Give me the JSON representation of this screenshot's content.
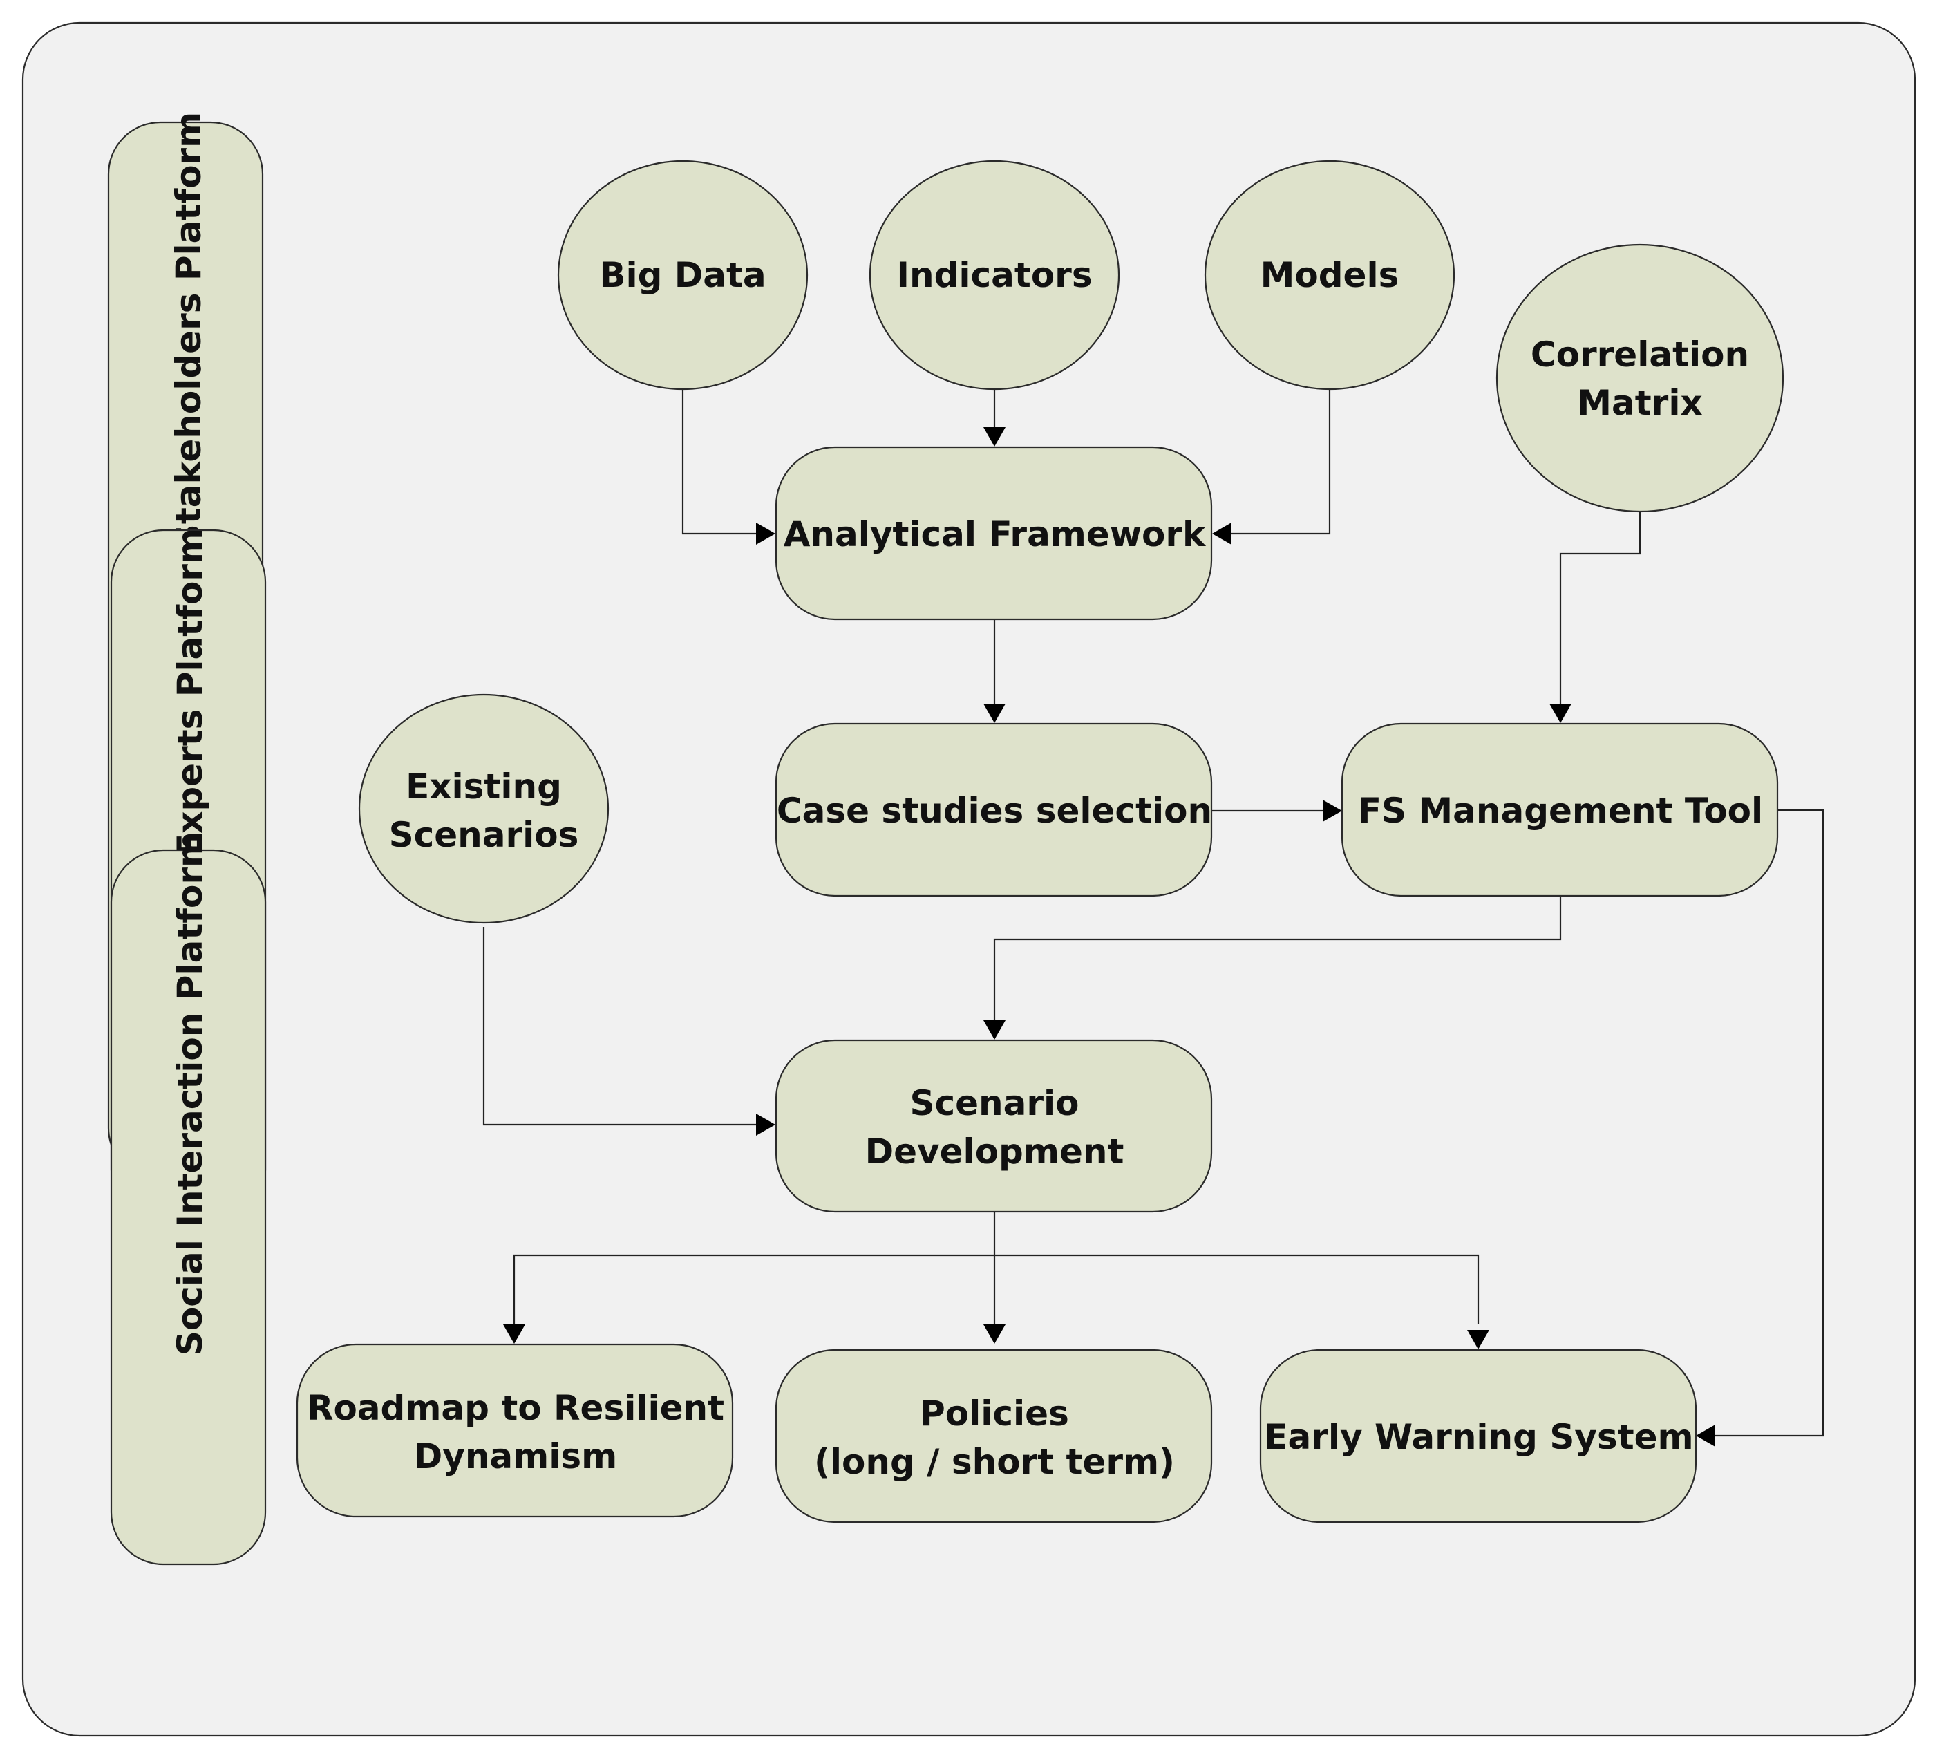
{
  "platforms": {
    "stakeholders": "Stakeholders Platform",
    "experts": "Experts Platform",
    "social": "Social Interaction Platform"
  },
  "inputs": {
    "big_data": "Big Data",
    "indicators": "Indicators",
    "models": "Models",
    "correlation_matrix": [
      "Correlation",
      "Matrix"
    ],
    "existing_scenarios": [
      "Existing",
      "Scenarios"
    ]
  },
  "process": {
    "analytical_framework": "Analytical Framework",
    "case_studies": "Case studies selection",
    "fs_tool": "FS Management Tool",
    "scenario_development": [
      "Scenario",
      "Development"
    ]
  },
  "outputs": {
    "roadmap": [
      "Roadmap to Resilient",
      "Dynamism"
    ],
    "policies": [
      "Policies",
      "(long / short term)"
    ],
    "early_warning": "Early Warning System"
  }
}
